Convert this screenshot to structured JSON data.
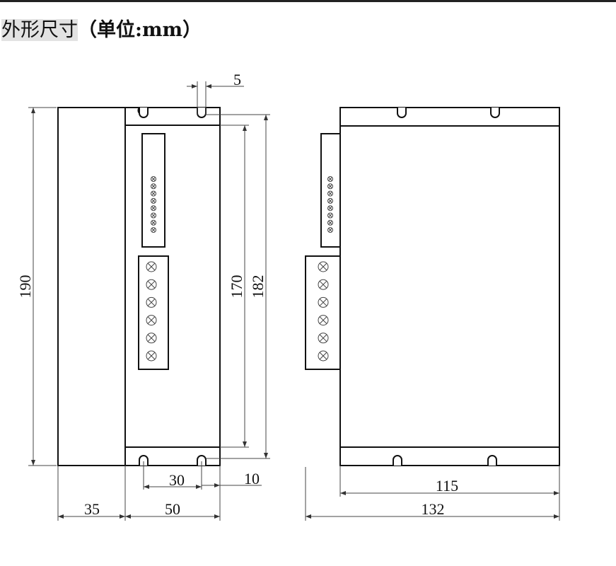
{
  "title": {
    "main": "外形尺寸",
    "unit": "（单位:mm）"
  },
  "dimensions": {
    "d5": "5",
    "d190": "190",
    "d170": "170",
    "d182": "182",
    "d30": "30",
    "d10": "10",
    "d35": "35",
    "d50": "50",
    "d115": "115",
    "d132": "132"
  }
}
